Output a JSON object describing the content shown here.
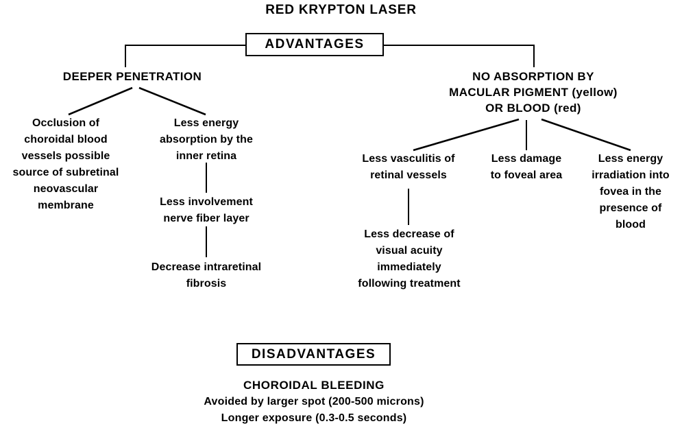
{
  "title": "RED KRYPTON LASER",
  "advantages": {
    "box_label": "ADVANTAGES",
    "branches": [
      {
        "heading": "DEEPER PENETRATION",
        "children": [
          {
            "text": "Occlusion of\nchoroidal blood\nvessels possible\nsource of subretinal\nneovascular\nmembrane",
            "children": []
          },
          {
            "text": "Less energy\nabsorption by the\ninner retina",
            "children": [
              {
                "text": "Less involvement\nnerve fiber layer",
                "children": [
                  {
                    "text": "Decrease intraretinal\nfibrosis",
                    "children": []
                  }
                ]
              }
            ]
          }
        ]
      },
      {
        "heading": "NO ABSORPTION BY\nMACULAR PIGMENT (yellow)\nOR BLOOD (red)",
        "children": [
          {
            "text": "Less vasculitis of\nretinal vessels",
            "children": [
              {
                "text": "Less decrease of\nvisual acuity\nimmediately\nfollowing treatment",
                "children": []
              }
            ]
          },
          {
            "text": "Less damage\nto foveal area",
            "children": []
          },
          {
            "text": "Less energy\nirradiation into\nfovea in the\npresence of\nblood",
            "children": []
          }
        ]
      }
    ]
  },
  "disadvantages": {
    "box_label": "DISADVANTAGES",
    "heading": "CHOROIDAL BLEEDING",
    "lines": [
      "Avoided by larger spot (200-500 microns)",
      "Longer exposure (0.3-0.5 seconds)"
    ]
  },
  "colors": {
    "ink": "#000000",
    "paper": "#ffffff"
  }
}
